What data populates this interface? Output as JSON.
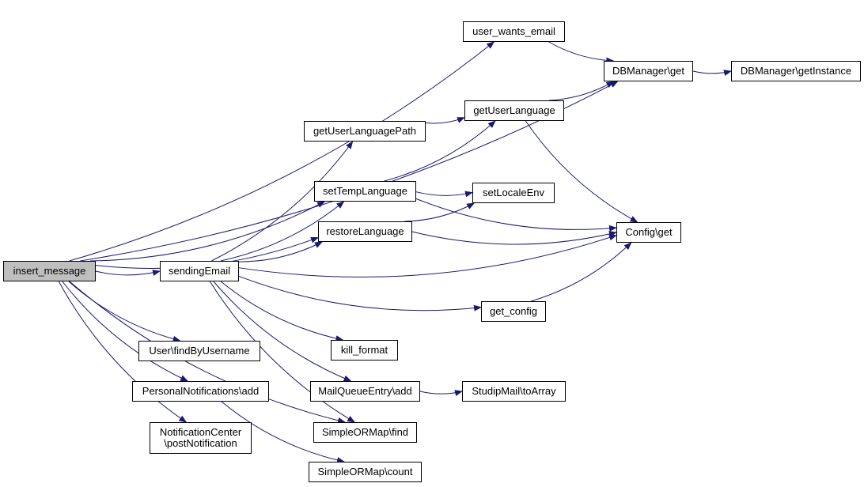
{
  "graph": {
    "edge_color": "#191970",
    "root_fill": "#bfbfbf",
    "nodes": {
      "insert_message": [
        "insert_message"
      ],
      "user_wants_email": [
        "user_wants_email"
      ],
      "dbmanager_get": [
        "DBManager\\get"
      ],
      "dbmanager_getinstance": [
        "DBManager\\getInstance"
      ],
      "get_user_language_path": [
        "getUserLanguagePath"
      ],
      "get_user_language": [
        "getUserLanguage"
      ],
      "set_temp_language": [
        "setTempLanguage"
      ],
      "set_locale_env": [
        "setLocaleEnv"
      ],
      "restore_language": [
        "restoreLanguage"
      ],
      "config_get": [
        "Config\\get"
      ],
      "sending_email": [
        "sendingEmail"
      ],
      "get_config": [
        "get_config"
      ],
      "user_find_by_username": [
        "User\\findByUsername"
      ],
      "kill_format": [
        "kill_format"
      ],
      "personal_notifications_add": [
        "PersonalNotifications\\add"
      ],
      "mail_queue_entry_add": [
        "MailQueueEntry\\add"
      ],
      "studipmail_toarray": [
        "StudipMail\\toArray"
      ],
      "notification_center_post": [
        "NotificationCenter",
        "\\postNotification"
      ],
      "simpleormap_find": [
        "SimpleORMap\\find"
      ],
      "simpleormap_count": [
        "SimpleORMap\\count"
      ]
    },
    "edges": [
      [
        "insert_message",
        "user_wants_email"
      ],
      [
        "insert_message",
        "dbmanager_get"
      ],
      [
        "insert_message",
        "set_temp_language"
      ],
      [
        "insert_message",
        "restore_language"
      ],
      [
        "insert_message",
        "sending_email"
      ],
      [
        "insert_message",
        "user_find_by_username"
      ],
      [
        "insert_message",
        "personal_notifications_add"
      ],
      [
        "insert_message",
        "notification_center_post"
      ],
      [
        "insert_message",
        "simpleormap_find"
      ],
      [
        "user_wants_email",
        "dbmanager_get"
      ],
      [
        "dbmanager_get",
        "dbmanager_getinstance"
      ],
      [
        "get_user_language_path",
        "get_user_language"
      ],
      [
        "get_user_language",
        "dbmanager_get"
      ],
      [
        "get_user_language",
        "config_get"
      ],
      [
        "set_temp_language",
        "get_user_language"
      ],
      [
        "set_temp_language",
        "set_locale_env"
      ],
      [
        "set_temp_language",
        "config_get"
      ],
      [
        "restore_language",
        "set_locale_env"
      ],
      [
        "restore_language",
        "config_get"
      ],
      [
        "sending_email",
        "get_user_language_path"
      ],
      [
        "sending_email",
        "set_temp_language"
      ],
      [
        "sending_email",
        "restore_language"
      ],
      [
        "sending_email",
        "config_get"
      ],
      [
        "sending_email",
        "get_config"
      ],
      [
        "sending_email",
        "kill_format"
      ],
      [
        "sending_email",
        "mail_queue_entry_add"
      ],
      [
        "sending_email",
        "simpleormap_find"
      ],
      [
        "get_config",
        "config_get"
      ],
      [
        "mail_queue_entry_add",
        "studipmail_toarray"
      ],
      [
        "personal_notifications_add",
        "simpleormap_count"
      ]
    ]
  }
}
